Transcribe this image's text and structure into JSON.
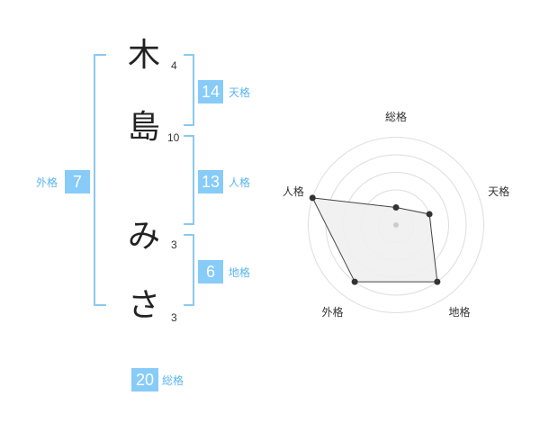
{
  "name_chars": [
    {
      "char": "木",
      "strokes": "4"
    },
    {
      "char": "島",
      "strokes": "10"
    },
    {
      "char": "み",
      "strokes": "3"
    },
    {
      "char": "さ",
      "strokes": "3"
    }
  ],
  "fortunes": {
    "tenkaku": {
      "label": "天格",
      "value": "14"
    },
    "jinkaku": {
      "label": "人格",
      "value": "13"
    },
    "chikaku": {
      "label": "地格",
      "value": "6"
    },
    "gaikaku": {
      "label": "外格",
      "value": "7"
    },
    "soukaku": {
      "label": "総格",
      "value": "20"
    }
  },
  "colors": {
    "bracket": "#8cc9f0",
    "badge": "#87cbf8",
    "label": "#5ab6ef",
    "radar_fill": "#f0f0f0",
    "ring": "#dddddd",
    "point": "#333333"
  },
  "chart_data": {
    "type": "radar",
    "axes": [
      "総格",
      "天格",
      "地格",
      "外格",
      "人格"
    ],
    "values": [
      1,
      2,
      4,
      4,
      5
    ],
    "max": 5
  }
}
